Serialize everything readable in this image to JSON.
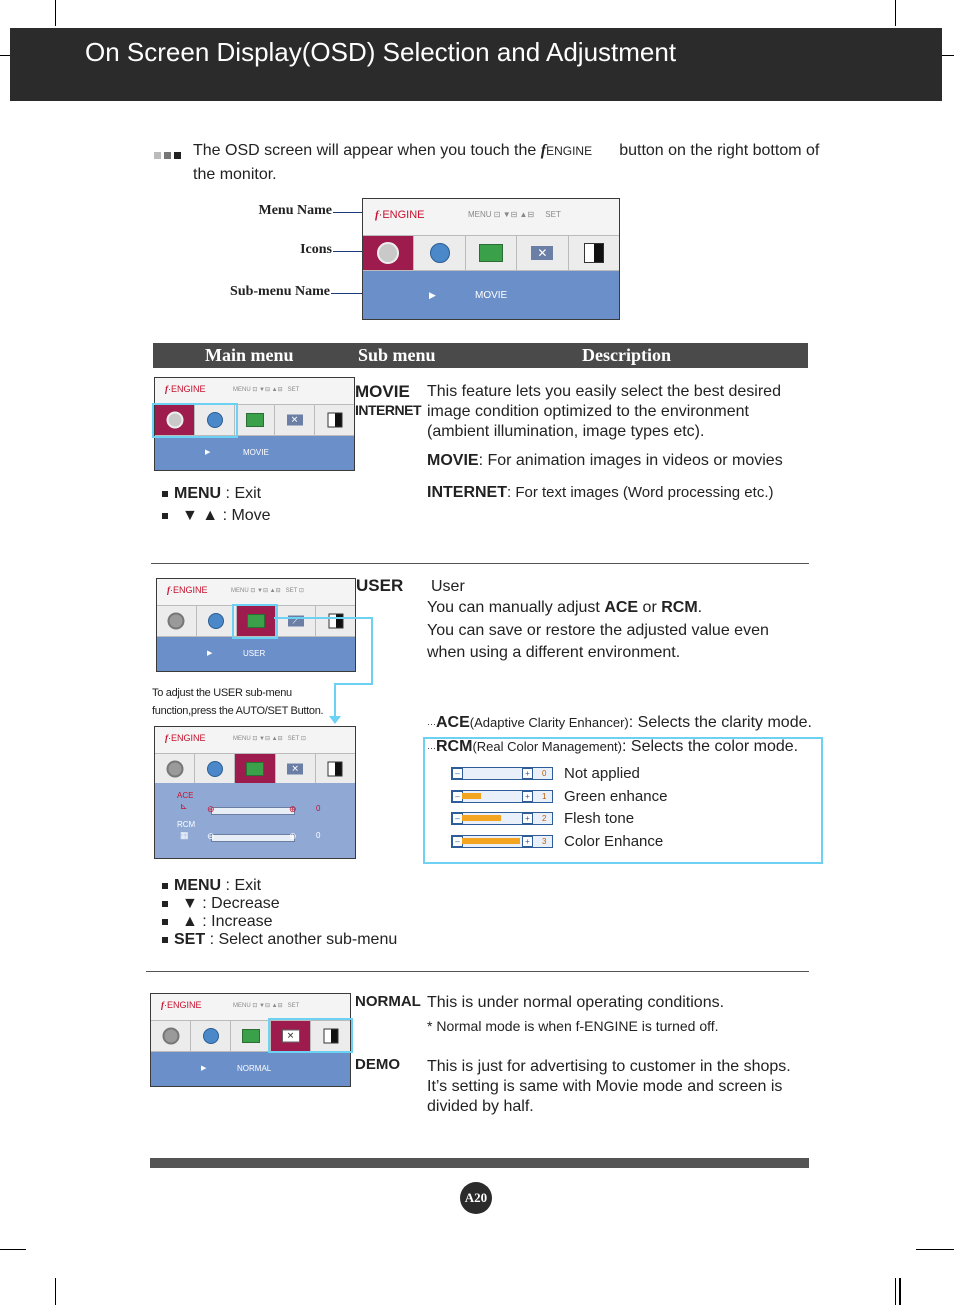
{
  "header": {
    "title": "On Screen Display(OSD) Selection and Adjustment"
  },
  "intro": {
    "text_before": "The OSD screen will appear when you touch the",
    "fengine_logo": "ENGINE",
    "text_after": "button on the right bottom of the monitor."
  },
  "diagram": {
    "labels": {
      "menu_name": "Menu Name",
      "icons": "Icons",
      "submenu_name": "Sub-menu Name"
    },
    "osd": {
      "brand": "ENGINE",
      "menu_text": "MENU",
      "set_text": "SET",
      "submenu": "MOVIE"
    }
  },
  "table": {
    "col_main": "Main menu",
    "col_sub": "Sub menu",
    "col_desc": "Description"
  },
  "section_movie": {
    "osd_submenu": "MOVIE",
    "sub1": "MOVIE",
    "sub2": "INTERNET",
    "desc": "This feature lets you easily select the best desired image condition optimized to the environment (ambient illumination, image types etc).",
    "movie_bold": "MOVIE",
    "movie_rest": ": For animation images in videos or movies",
    "internet_bold": "INTERNET",
    "internet_rest": ": For text images (Word processing etc.)",
    "keys": [
      {
        "bold": "MENU",
        "rest": " : Exit"
      },
      {
        "bold": "",
        "rest": "▼ ▲ : Move"
      }
    ]
  },
  "section_user": {
    "osd_submenu": "USER",
    "sub": "USER",
    "line1": "User",
    "line2_pre": "You can manually adjust ",
    "line2_b1": "ACE",
    "line2_mid": " or ",
    "line2_b2": "RCM",
    "line2_end": ".",
    "line3": "You can save or restore the adjusted value even when using a different environment.",
    "note": "To adjust the USER sub-menu function,press the AUTO/SET Button.",
    "ace_bold": "ACE",
    "ace_paren": "(Adaptive Clarity Enhancer)",
    "ace_rest": ": Selects the clarity mode.",
    "rcm_bold": "RCM",
    "rcm_paren": "(Real Color Management)",
    "rcm_rest": ": Selects the color mode.",
    "osd2": {
      "ace_label": "ACE",
      "rcm_label": "RCM",
      "ace_value": "0",
      "rcm_value": "0"
    },
    "rcm_options": [
      {
        "value": "0",
        "label": "Not applied",
        "fill": 0.0
      },
      {
        "value": "1",
        "label": "Green enhance",
        "fill": 0.33
      },
      {
        "value": "2",
        "label": "Flesh tone",
        "fill": 0.67
      },
      {
        "value": "3",
        "label": "Color Enhance",
        "fill": 1.0
      }
    ],
    "keys": [
      {
        "bold": "MENU",
        "rest": " : Exit"
      },
      {
        "bold": "",
        "rest": "▼ : Decrease"
      },
      {
        "bold": "",
        "rest": "▲ : Increase"
      },
      {
        "bold": "SET",
        "rest": " : Select another sub-menu"
      }
    ]
  },
  "section_normal": {
    "osd_submenu": "NORMAL",
    "sub1": "NORMAL",
    "desc1": "This is under normal operating conditions.",
    "note1": "* Normal mode is when f-ENGINE is turned off.",
    "sub2": "DEMO",
    "desc2": "This is just for advertising to customer in the shops. It’s setting is same with Movie mode and screen is divided by half."
  },
  "footer": {
    "page": "A20"
  },
  "colors": {
    "header_bg": "#2b2b2b",
    "osd_selected": "#9d1c4d",
    "osd_submenu": "#6b8fc9",
    "highlight": "#6cd1f2"
  }
}
